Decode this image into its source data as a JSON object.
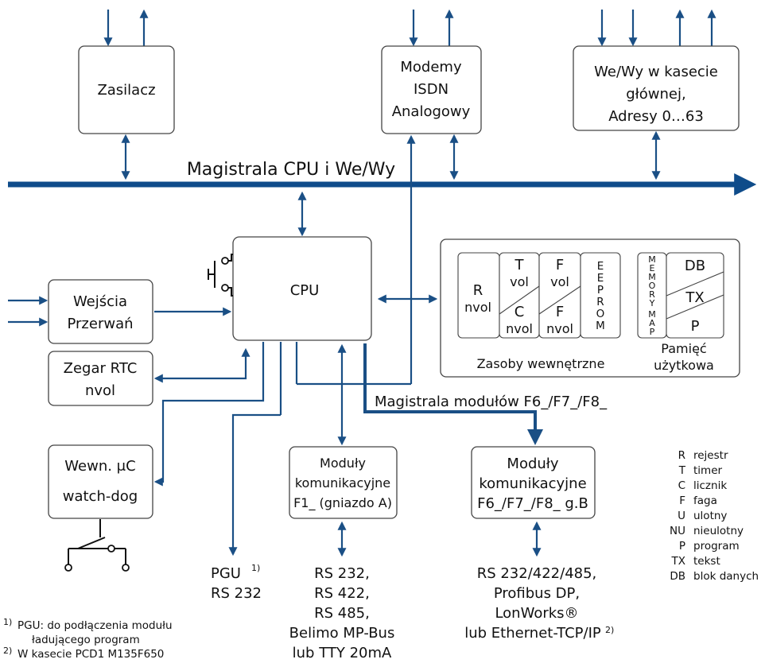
{
  "boxes": {
    "zasilacz": "Zasilacz",
    "modemy": [
      "Modemy",
      "ISDN",
      "Analogowy"
    ],
    "wewy": [
      "We/Wy w kasecie",
      "głównej,",
      "Adresy 0…63"
    ],
    "cpu": "CPU",
    "wejscia": [
      "Wejścia",
      "Przerwań"
    ],
    "zegar": [
      "Zegar RTC",
      "nvol"
    ],
    "watchdog": [
      "Wewn. μC",
      "watch-dog"
    ],
    "moduly_a": [
      "Moduły",
      "komunikacyjne",
      "F1_ (gniazdo A)"
    ],
    "moduly_b": [
      "Moduły",
      "komunikacyjne",
      "F6_/F7_/F8_ g.B"
    ]
  },
  "bus": {
    "main": "Magistrala CPU i We/Wy",
    "modules": "Magistrala modułów F6_/F7_/F8_"
  },
  "resources": {
    "r": [
      "R",
      "nvol"
    ],
    "t": [
      "T",
      "vol"
    ],
    "c": [
      "C",
      "nvol"
    ],
    "f_top": [
      "F",
      "vol"
    ],
    "f_bot": [
      "F",
      "nvol"
    ],
    "eeprom": [
      "E",
      "E",
      "P",
      "R",
      "O",
      "M"
    ],
    "memmap": [
      "M",
      "E",
      "M",
      "O",
      "R",
      "Y",
      "M",
      "A",
      "P"
    ],
    "db": "DB",
    "tx": "TX",
    "p": "P",
    "internal_label": "Zasoby wewnętrzne",
    "user_label": [
      "Pamięć",
      "użytkowa"
    ]
  },
  "outputs": {
    "pgu": [
      "PGU",
      "RS 232"
    ],
    "pgu_sup": "1)",
    "rs_a": [
      "RS 232,",
      "RS 422,",
      "RS 485,",
      "Belimo MP-Bus",
      "lub TTY 20mA"
    ],
    "rs_b": [
      "RS 232/422/485,",
      "Profibus DP,",
      "LonWorks®",
      "lub Ethernet-TCP/IP"
    ],
    "rs_b_sup": "2)"
  },
  "legend": [
    {
      "k": "R",
      "v": "rejestr"
    },
    {
      "k": "T",
      "v": "timer"
    },
    {
      "k": "C",
      "v": "licznik"
    },
    {
      "k": "F",
      "v": "faga"
    },
    {
      "k": "U",
      "v": "ulotny"
    },
    {
      "k": "NU",
      "v": "nieulotny"
    },
    {
      "k": "P",
      "v": "program"
    },
    {
      "k": "TX",
      "v": "tekst"
    },
    {
      "k": "DB",
      "v": "blok danych"
    }
  ],
  "footnotes": {
    "n1_sup": "1)",
    "n1": "PGU: do podłączenia modułu",
    "n1b": "ładującego program",
    "n2_sup": "2)",
    "n2": "W kasecie PCD1 M135F650"
  }
}
